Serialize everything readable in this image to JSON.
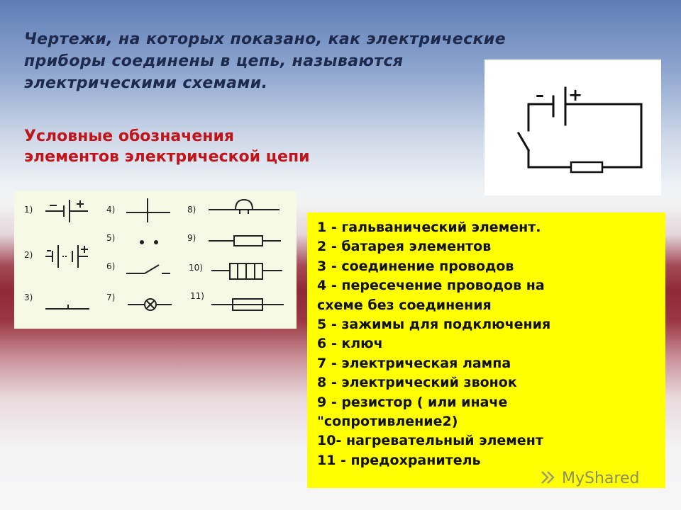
{
  "slide": {
    "title": "Чертежи, на которых показано, как электрические\nприборы соединены в цепь, называются\nэлектрическими схемами.",
    "subtitle": "Условные обозначения\nэлементов электрической цепи"
  },
  "circuit": {
    "minus": "–",
    "plus": "+"
  },
  "symbols": {
    "numbers": [
      "1)",
      "2)",
      "3)",
      "4)",
      "5)",
      "6)",
      "7)",
      "8)",
      "9)",
      "10)",
      "11)"
    ]
  },
  "legend": {
    "items": [
      "1 - гальванический элемент.",
      "2 - батарея элементов",
      "3 - соединение проводов",
      "4 - пересечение проводов на",
      "схеме без соединения",
      "5 - зажимы для подключения",
      "6 - ключ",
      "7 - электрическая лампа",
      "8 - электрический звонок",
      "9 - резистор ( или иначе",
      "\"сопротивление2)",
      "10- нагревательный элемент",
      "11 - предохранитель"
    ]
  },
  "watermark": {
    "text": "MyShared"
  },
  "colors": {
    "title": "#1d2a4d",
    "subtitle": "#c0141a",
    "legend_bg": "#ffff00",
    "symbols_bg": "#f4f8e4"
  }
}
